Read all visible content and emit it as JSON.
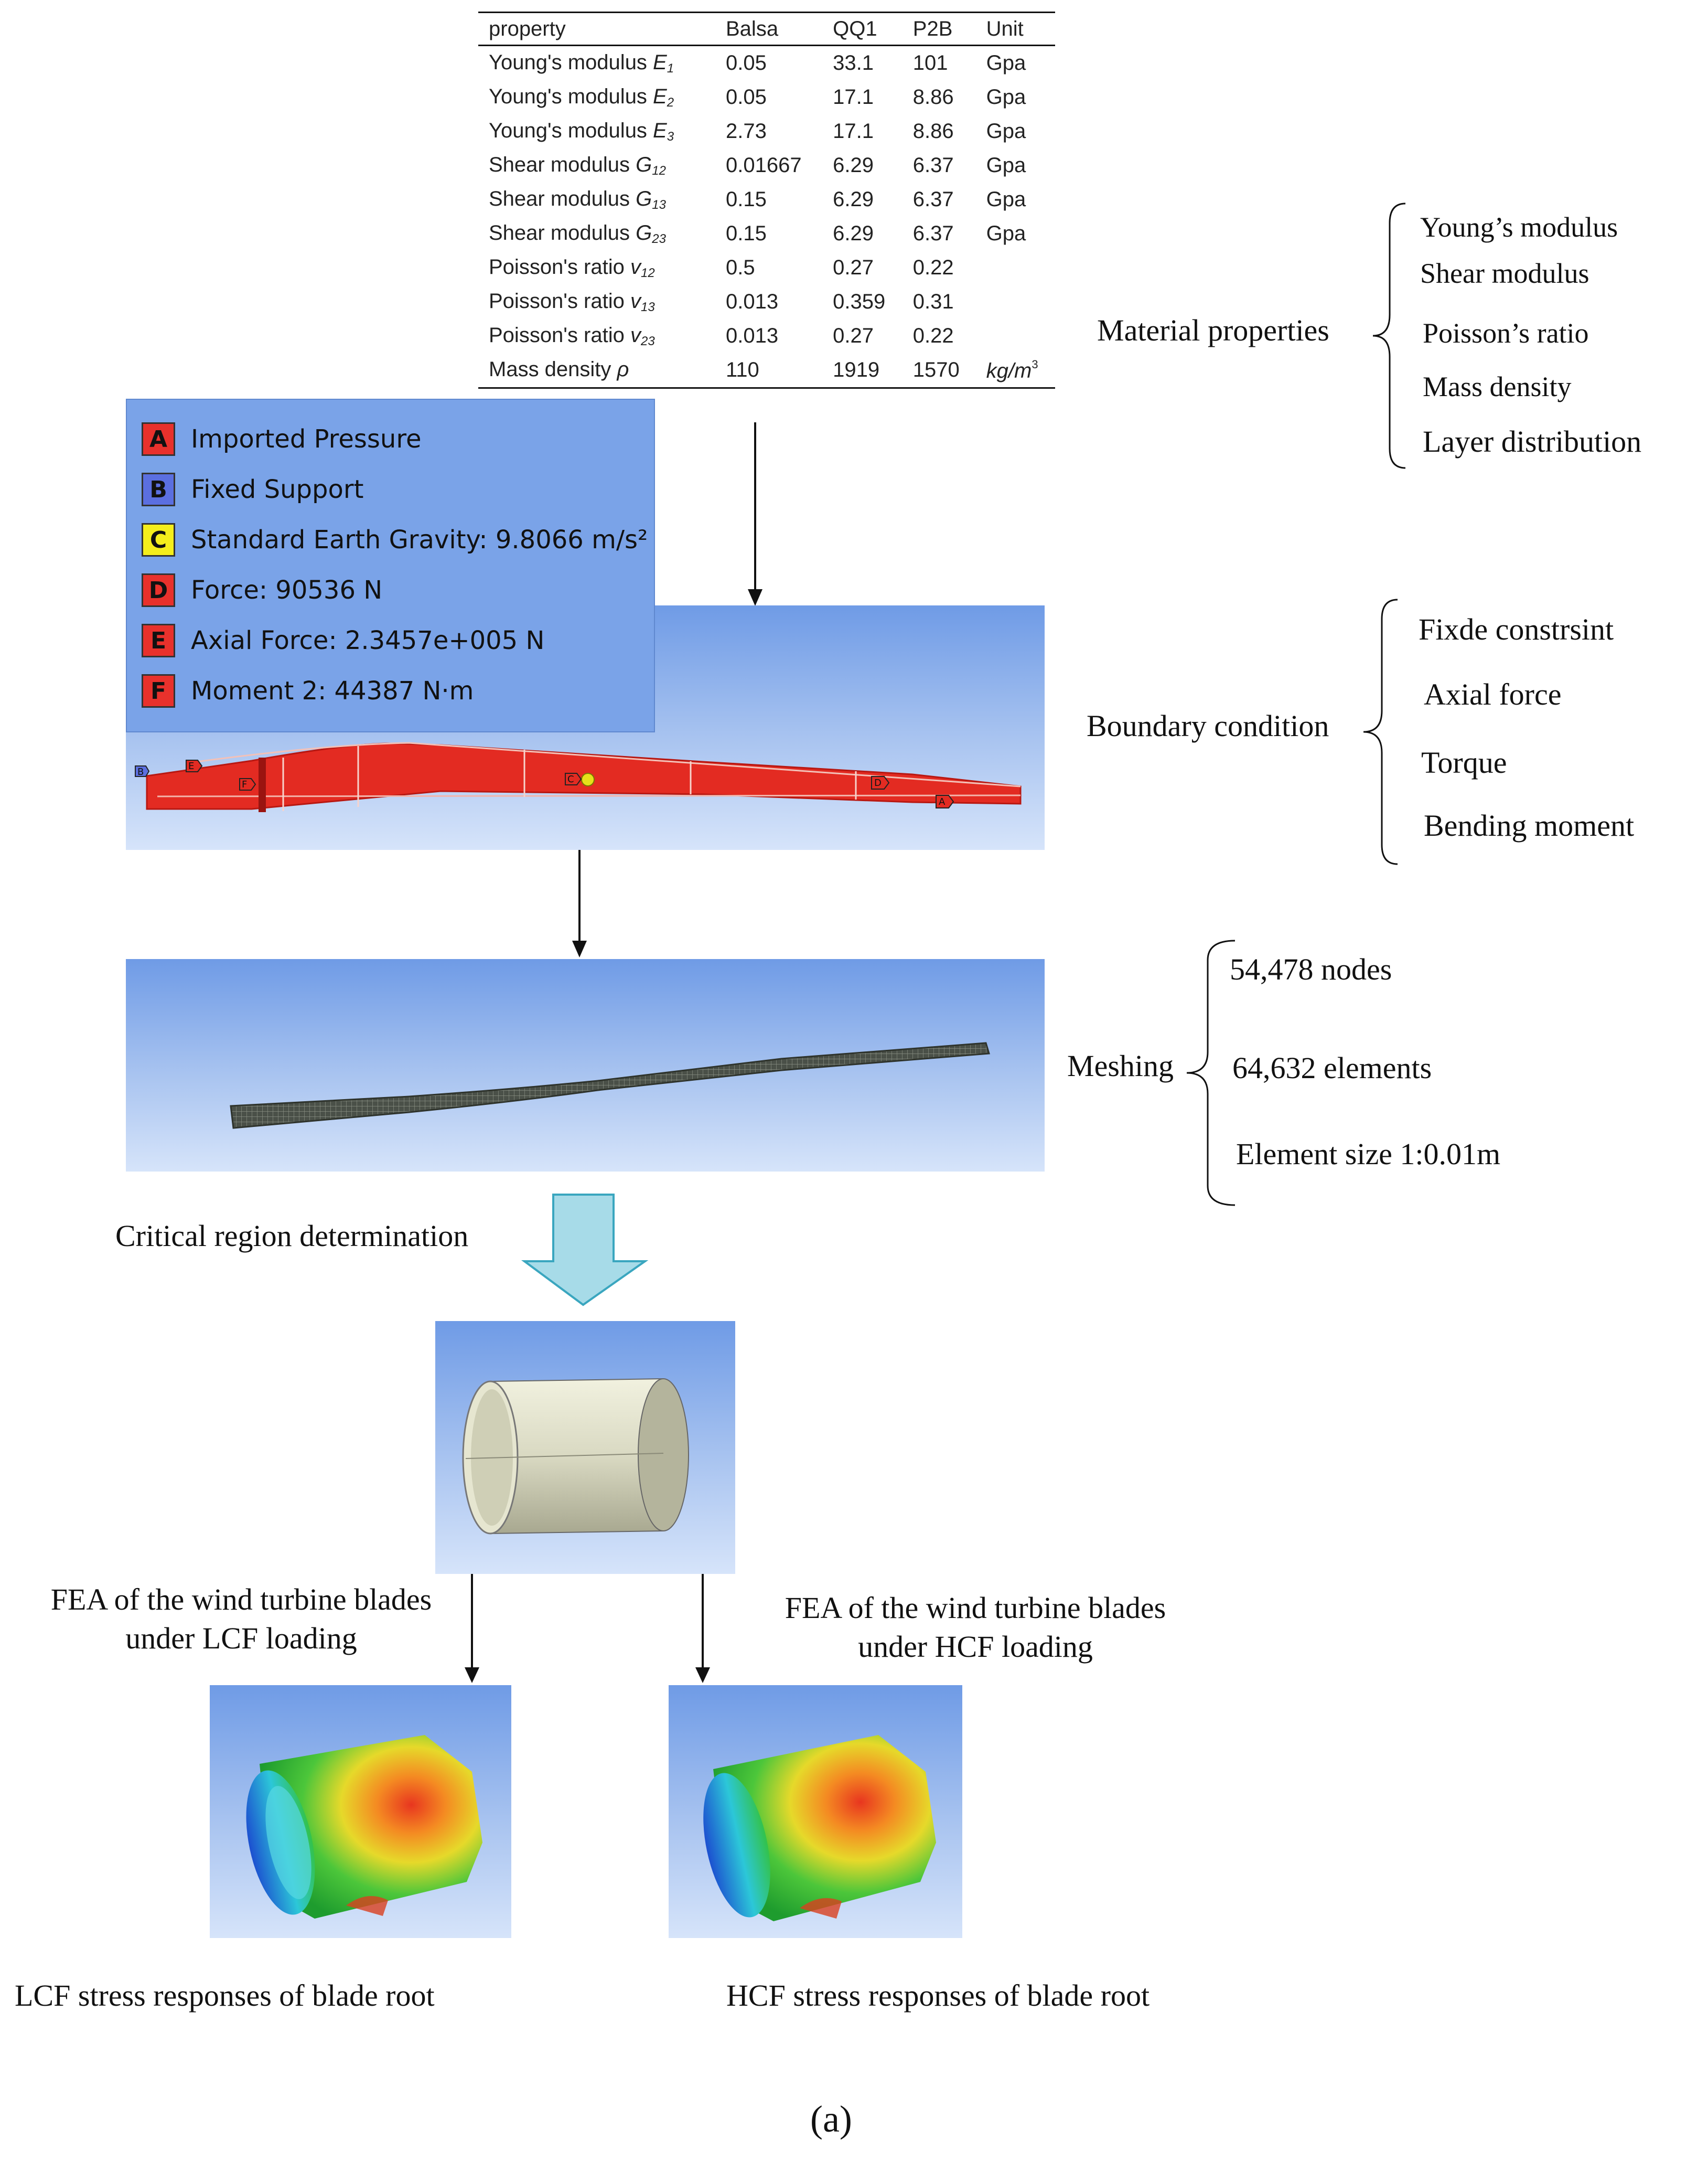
{
  "material_table": {
    "headers": [
      "property",
      "Balsa",
      "QQ1",
      "P2B",
      "Unit"
    ],
    "rows": [
      {
        "name": "Young's modulus ",
        "sym": "E",
        "sub": "1",
        "values": [
          "0.05",
          "33.1",
          "101",
          "Gpa"
        ]
      },
      {
        "name": "Young's modulus ",
        "sym": "E",
        "sub": "2",
        "values": [
          "0.05",
          "17.1",
          "8.86",
          "Gpa"
        ]
      },
      {
        "name": "Young's modulus ",
        "sym": "E",
        "sub": "3",
        "values": [
          "2.73",
          "17.1",
          "8.86",
          "Gpa"
        ]
      },
      {
        "name": "Shear modulus ",
        "sym": "G",
        "sub": "12",
        "values": [
          "0.01667",
          "6.29",
          "6.37",
          "Gpa"
        ]
      },
      {
        "name": "Shear modulus ",
        "sym": "G",
        "sub": "13",
        "values": [
          "0.15",
          "6.29",
          "6.37",
          "Gpa"
        ]
      },
      {
        "name": "Shear modulus ",
        "sym": "G",
        "sub": "23",
        "values": [
          "0.15",
          "6.29",
          "6.37",
          "Gpa"
        ]
      },
      {
        "name": "Poisson's ratio ",
        "sym": "v",
        "sub": "12",
        "values": [
          "0.5",
          "0.27",
          "0.22",
          ""
        ]
      },
      {
        "name": "Poisson's ratio ",
        "sym": "v",
        "sub": "13",
        "values": [
          "0.013",
          "0.359",
          "0.31",
          ""
        ]
      },
      {
        "name": "Poisson's ratio ",
        "sym": "v",
        "sub": "23",
        "values": [
          "0.013",
          "0.27",
          "0.22",
          ""
        ]
      },
      {
        "name": "Mass density ",
        "sym": "ρ",
        "sub": "",
        "values": [
          "110",
          "1919",
          "1570",
          "kg/m"
        ]
      }
    ],
    "unit_sup": "3"
  },
  "material_properties": {
    "label": "Material properties",
    "items": [
      "Young’s modulus",
      "Shear modulus",
      "Poisson’s ratio",
      "Mass density",
      "Layer distribution"
    ]
  },
  "boundary_condition": {
    "label": "Boundary condition",
    "items": [
      "Fixde constrsint",
      "Axial force",
      "Torque",
      "Bending moment"
    ]
  },
  "meshing": {
    "label": "Meshing",
    "items": [
      "54,478 nodes",
      "64,632 elements",
      "Element size 1:0.01m"
    ]
  },
  "legend": {
    "items": [
      {
        "letter": "A",
        "text": "Imported Pressure",
        "color": "#e8312c"
      },
      {
        "letter": "B",
        "text": "Fixed Support",
        "color": "#5b6fe0"
      },
      {
        "letter": "C",
        "text": "Standard Earth Gravity: 9.8066 m/s²",
        "color": "#f4ee1c"
      },
      {
        "letter": "D",
        "text": "Force: 90536 N",
        "color": "#e8312c"
      },
      {
        "letter": "E",
        "text": "Axial Force: 2.3457e+005 N",
        "color": "#e8312c"
      },
      {
        "letter": "F",
        "text": "Moment 2: 44387 N·m",
        "color": "#e8312c"
      }
    ]
  },
  "blade_markers": [
    "B",
    "E",
    "F",
    "C",
    "D",
    "A"
  ],
  "critical_region": "Critical region determination",
  "fea_lcf": [
    "FEA of the wind turbine blades",
    "under LCF loading"
  ],
  "fea_hcf": [
    "FEA of the wind turbine blades",
    "under HCF loading"
  ],
  "lcf_caption": "LCF stress responses of  blade root",
  "hcf_caption": "HCF stress responses of  blade root",
  "figure_label": "(a)",
  "colors": {
    "blade": "#e32b22",
    "panel_top": "#6f9be6",
    "panel_bottom": "#d6e4fa",
    "arrow_fill": "#a7dbe8",
    "arrow_stroke": "#3aa6bf"
  }
}
